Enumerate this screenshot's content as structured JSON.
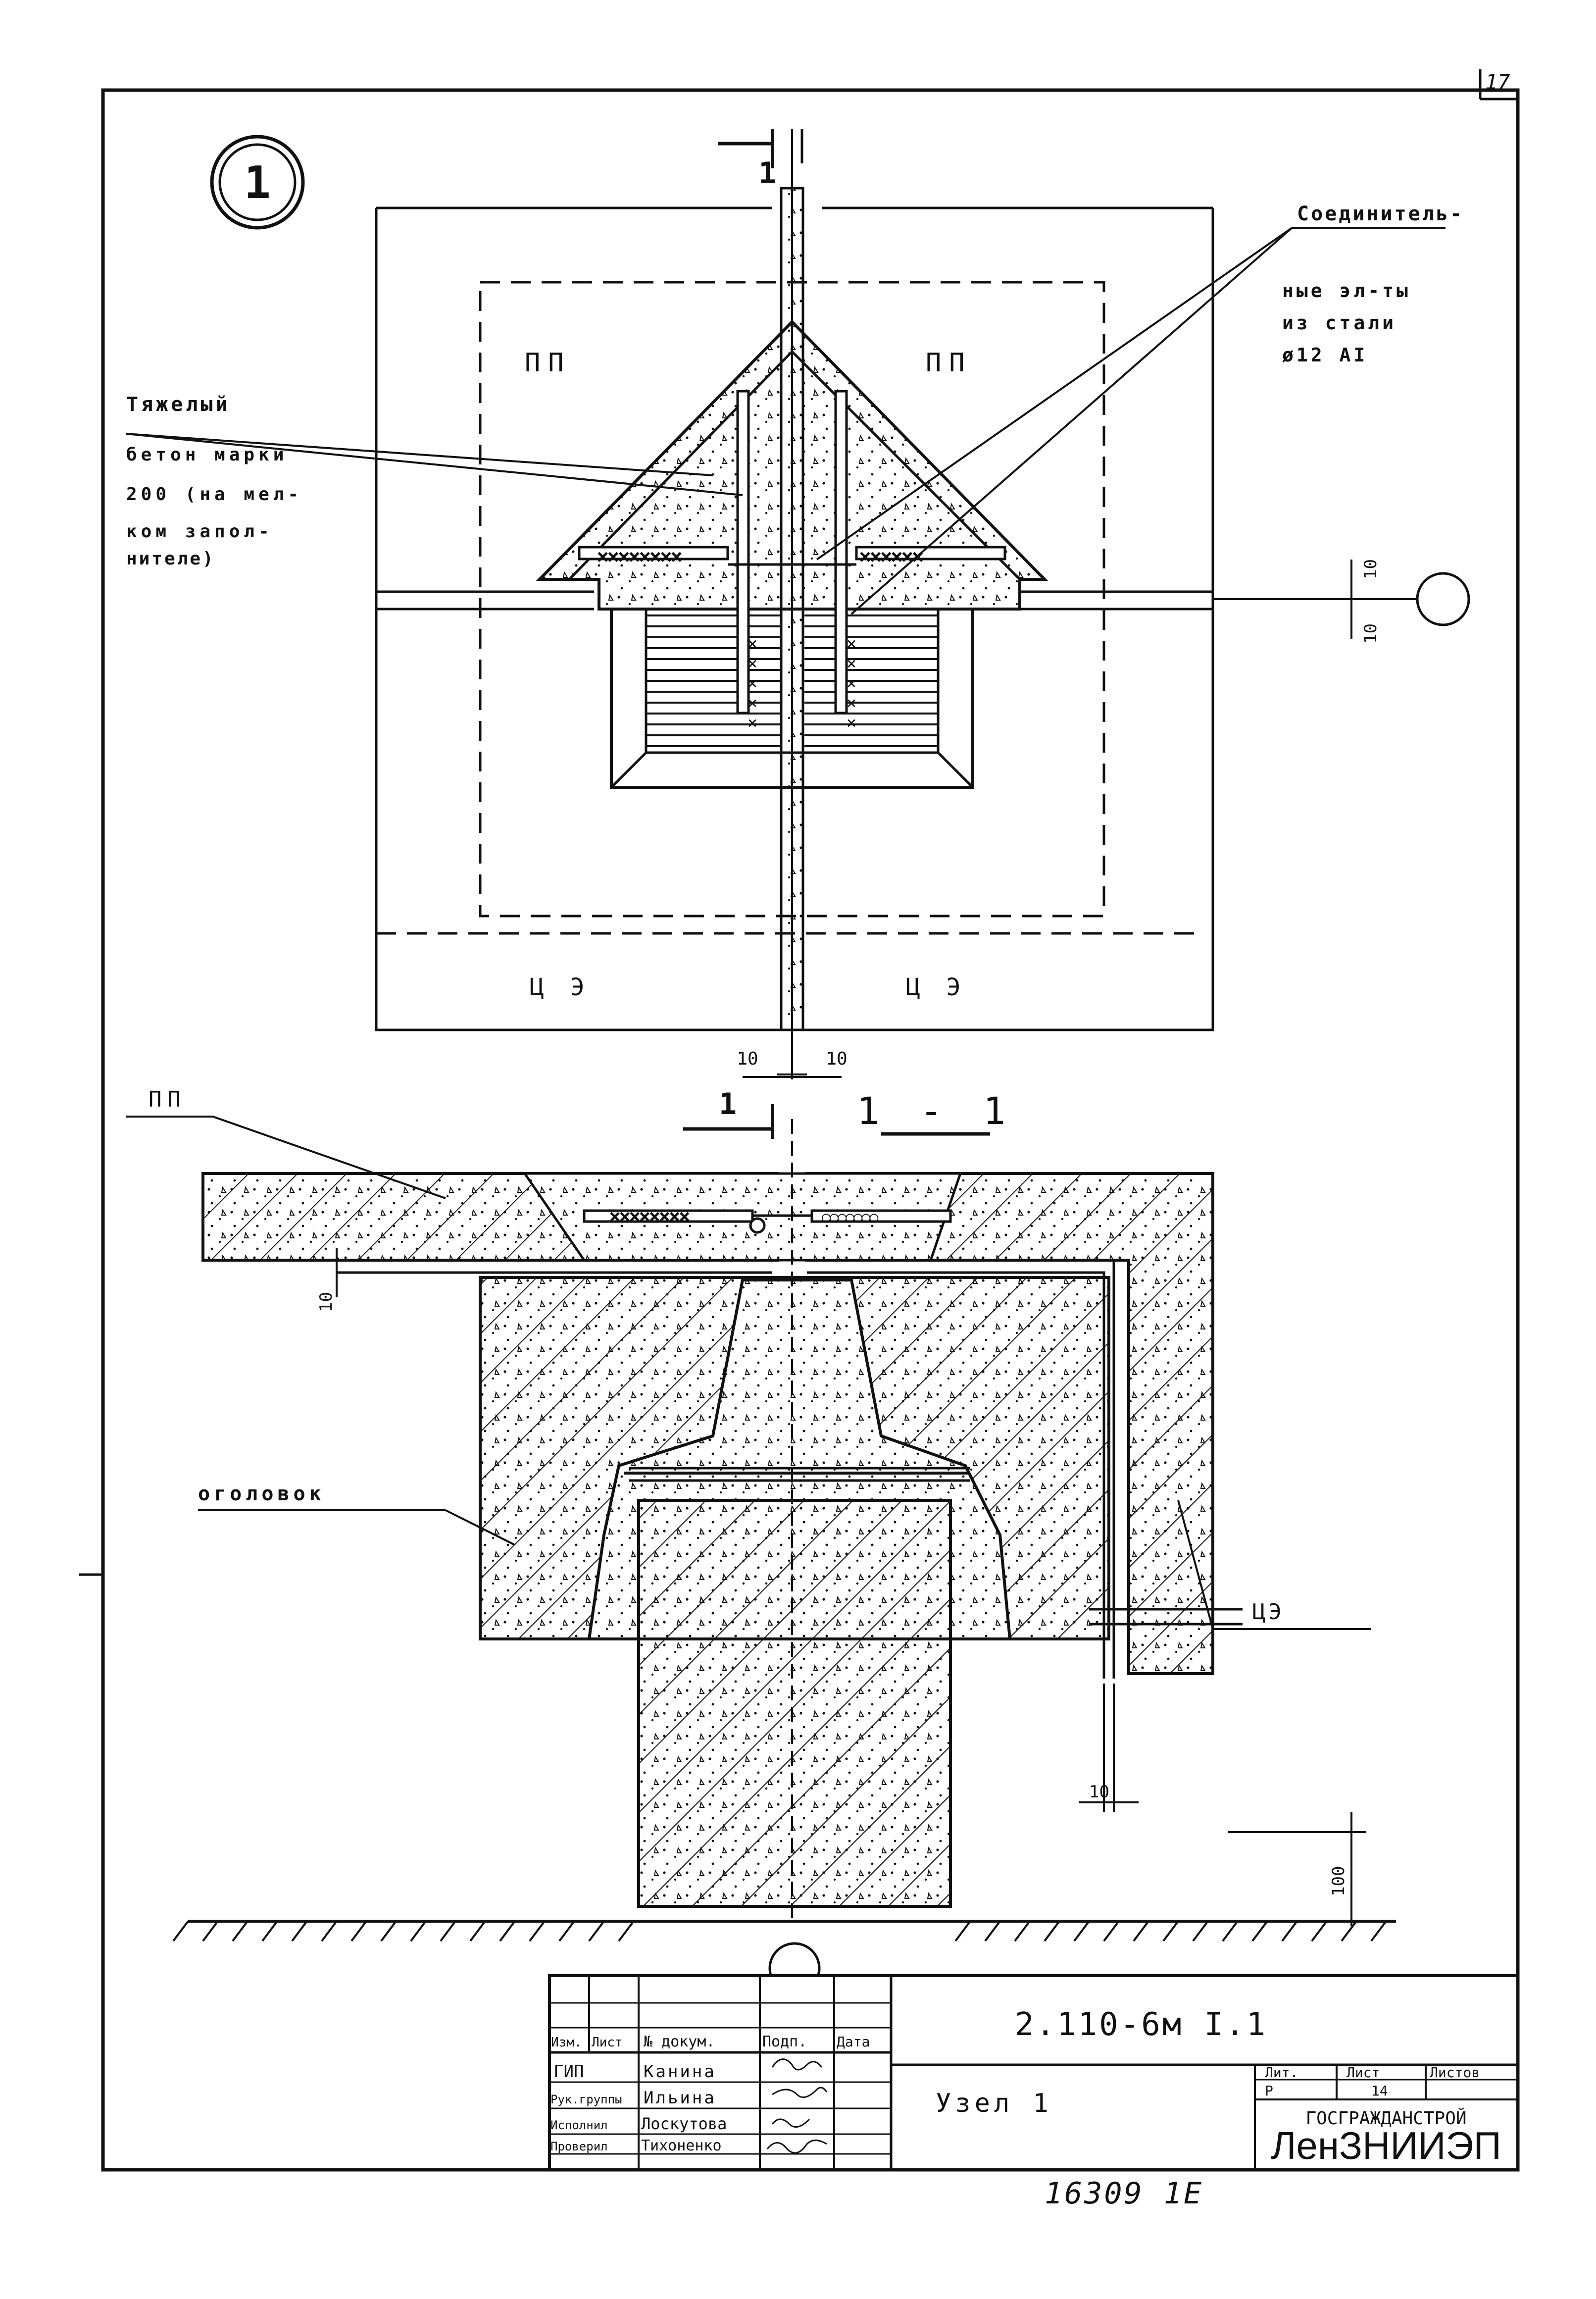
{
  "sheet_corner_number": "17",
  "node_circle_label": "1",
  "plan": {
    "section_marker": "1",
    "label_pp_left": "ПП",
    "label_pp_right": "ПП",
    "label_ce_left": "Ц Э",
    "label_ce_right": "Ц Э",
    "concrete_note": [
      "Тяжелый",
      "бетон марки",
      "200 (на мел-",
      "ком запол-",
      "нителе)"
    ],
    "connector_note": [
      "Соединитель-",
      "ные эл-ты",
      "из стали",
      "ø12 AI"
    ],
    "dim_gap_left": "10",
    "dim_gap_right": "10",
    "dim_v_upper": "10",
    "dim_v_lower": "10"
  },
  "section": {
    "marker_left": "1",
    "title": "1 - 1",
    "label_pp": "ПП",
    "label_ce": "ЦЭ",
    "label_head": "оголовок",
    "dim_slab_gap": "10",
    "dim_column_gap": "10",
    "dim_ground": "100"
  },
  "title_block": {
    "doc_code": "2.110-6м  I.1",
    "col_headers": [
      "Изм.",
      "Лист",
      "№ докум.",
      "Подп.",
      "Дата"
    ],
    "roles": [
      "ГИП",
      "Рук.группы",
      "Исполнил",
      "Проверил"
    ],
    "names": [
      "Канина",
      "Ильина",
      "Лоскутова",
      "Тихоненко"
    ],
    "sheet_title": "Узел 1",
    "stage_label": "Лит.",
    "sheet_label": "Лист",
    "sheets_label": "Листов",
    "stage_value": "Р",
    "sheet_value": "14",
    "org_top": "ГОСГРАЖДАНСТРОЙ",
    "org_bottom": "ЛенЗНИИЭП",
    "bottom_note": "16309   1Е"
  }
}
